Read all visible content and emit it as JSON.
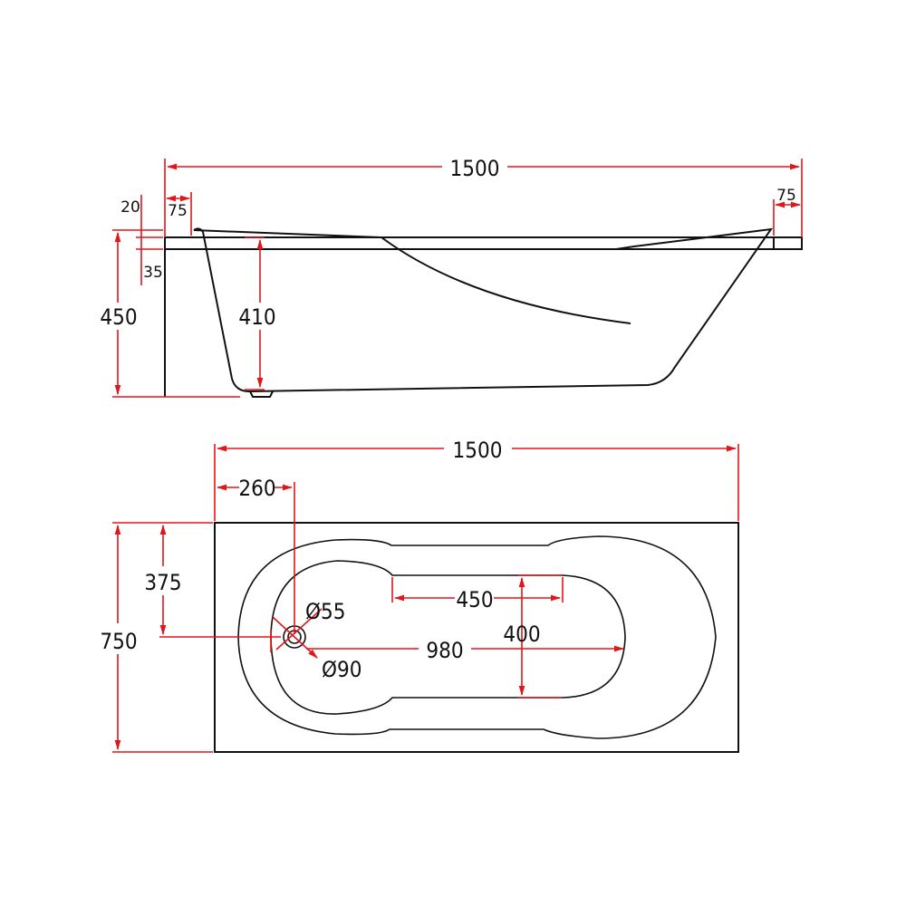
{
  "drawing": {
    "title": "Bathtub technical drawing",
    "units": "mm",
    "colors": {
      "outline": "#111111",
      "dimension": "#e0161b",
      "background": "#ffffff"
    }
  },
  "side_view": {
    "dimensions": {
      "overall_length": "1500",
      "left_rim_width": "75",
      "right_rim_width": "75",
      "rim_offset": "20",
      "rim_thickness": "35",
      "total_height": "450",
      "inner_depth": "410"
    }
  },
  "top_view": {
    "dimensions": {
      "overall_length": "1500",
      "drain_offset_x": "260",
      "drain_offset_y": "375",
      "overall_width": "750",
      "drain_inner_diameter": "Ø55",
      "drain_outer_diameter": "Ø90",
      "inner_length": "980",
      "flat_bottom_length": "450",
      "inner_width": "400"
    }
  }
}
